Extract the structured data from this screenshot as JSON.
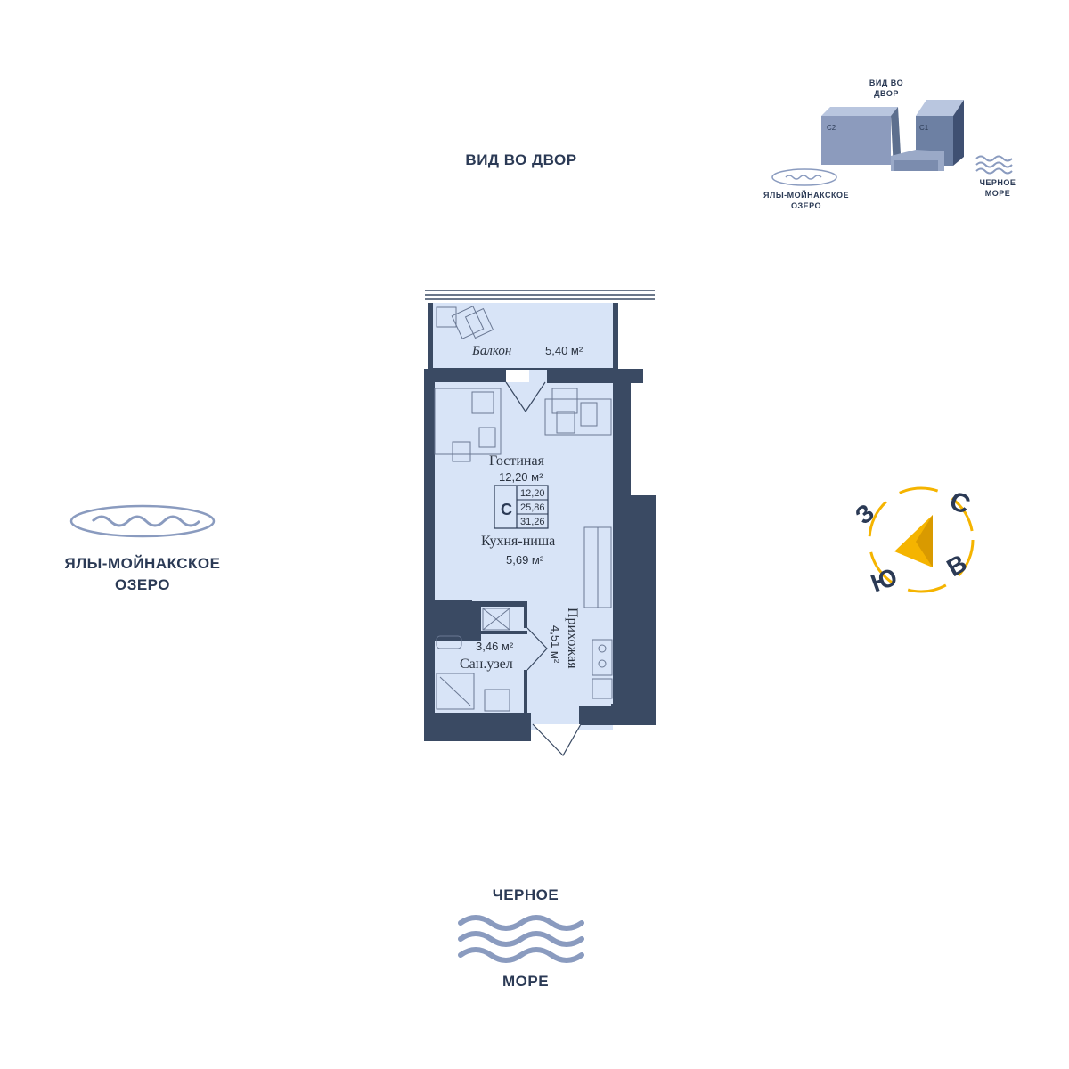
{
  "labels": {
    "courtyard": "ВИД ВО ДВОР",
    "lake_line1": "ЯЛЫ-МОЙНАКСКОЕ",
    "lake_line2": "ОЗЕРО",
    "sea_top": "ЧЕРНОЕ",
    "sea_bottom": "МОРЕ"
  },
  "mini_map": {
    "courtyard_line1": "ВИД ВО",
    "courtyard_line2": "ДВОР",
    "building_c2": "С2",
    "building_c1": "С1",
    "lake_line1": "ЯЛЫ-МОЙНАКСКОЕ",
    "lake_line2": "ОЗЕРО",
    "sea_line1": "ЧЕРНОЕ",
    "sea_line2": "МОРЕ"
  },
  "compass": {
    "north": "С",
    "east": "В",
    "south": "Ю",
    "west": "З",
    "color": "#f5b400"
  },
  "rooms": {
    "balcony": {
      "name": "Балкон",
      "area": "5,40 м²"
    },
    "living": {
      "name": "Гостиная",
      "area": "12,20 м²"
    },
    "kitchen": {
      "name": "Кухня-ниша",
      "area": "5,69 м²"
    },
    "hallway": {
      "name": "Прихожая",
      "area": "4,51 м²"
    },
    "bathroom": {
      "name": "Сан.узел",
      "area": "3,46 м²"
    }
  },
  "summary": {
    "type": "С",
    "living_area": "12,20",
    "total_area": "25,86",
    "total_with_balcony": "31,26"
  },
  "colors": {
    "wall": "#3a4a63",
    "floor": "#d8e4f7",
    "text": "#2b3a55",
    "water": "#8a9bbf"
  }
}
